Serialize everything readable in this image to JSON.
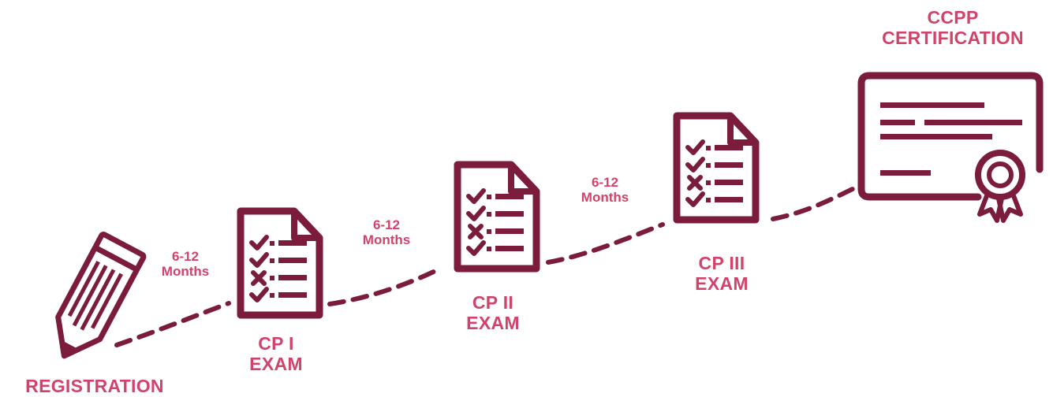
{
  "colors": {
    "icon": "#7B1C3C",
    "label": "#D1436B"
  },
  "steps": [
    {
      "id": "registration",
      "icon": "pencil-icon",
      "lines": [
        "REGISTRATION"
      ]
    },
    {
      "id": "cp1",
      "icon": "checklist-icon",
      "lines": [
        "CP I",
        "EXAM"
      ]
    },
    {
      "id": "cp2",
      "icon": "checklist-icon",
      "lines": [
        "CP II",
        "EXAM"
      ]
    },
    {
      "id": "cp3",
      "icon": "checklist-icon",
      "lines": [
        "CP III",
        "EXAM"
      ]
    },
    {
      "id": "certification",
      "icon": "certificate-icon",
      "lines": [
        "CCPP",
        "CERTIFICATION"
      ]
    }
  ],
  "durations": [
    {
      "lines": [
        "6-12",
        "Months"
      ]
    },
    {
      "lines": [
        "6-12",
        "Months"
      ]
    },
    {
      "lines": [
        "6-12",
        "Months"
      ]
    }
  ]
}
